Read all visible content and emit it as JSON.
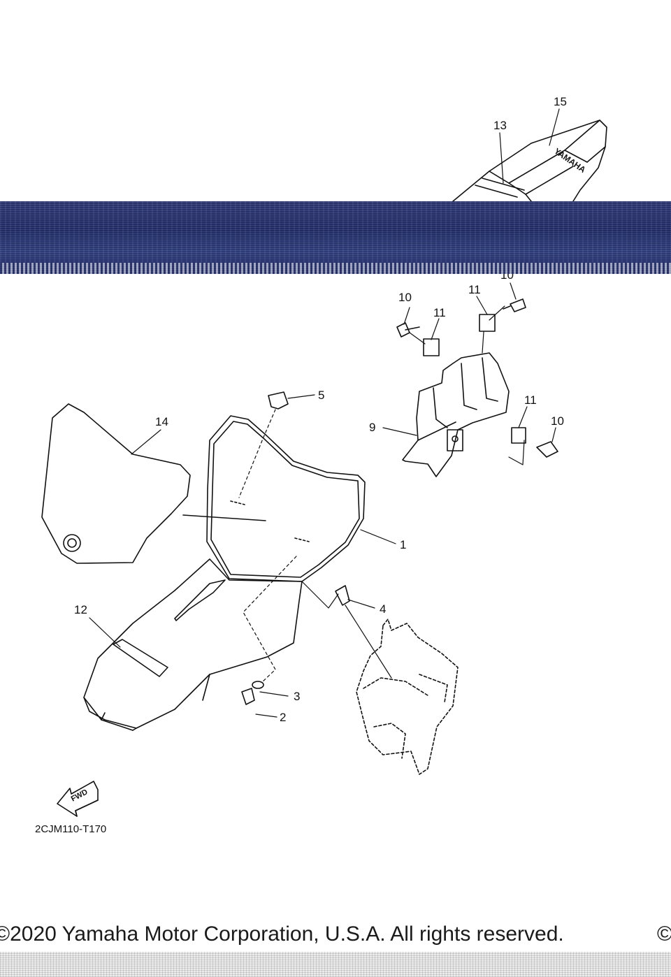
{
  "diagram": {
    "callouts": [
      {
        "id": "1",
        "label": "1"
      },
      {
        "id": "2",
        "label": "2"
      },
      {
        "id": "3",
        "label": "3"
      },
      {
        "id": "4",
        "label": "4"
      },
      {
        "id": "5",
        "label": "5"
      },
      {
        "id": "9",
        "label": "9"
      },
      {
        "id": "10a",
        "label": "10"
      },
      {
        "id": "10b",
        "label": "10"
      },
      {
        "id": "10c",
        "label": "10"
      },
      {
        "id": "11a",
        "label": "11"
      },
      {
        "id": "11b",
        "label": "11"
      },
      {
        "id": "11c",
        "label": "11"
      },
      {
        "id": "12",
        "label": "12"
      },
      {
        "id": "13",
        "label": "13"
      },
      {
        "id": "14",
        "label": "14"
      },
      {
        "id": "15",
        "label": "15"
      }
    ],
    "seat_brand": "YAMAHA",
    "fwd_label": "FWD",
    "diagram_code": "2CJM110-T170"
  },
  "footer": {
    "copyright": "©2020 Yamaha Motor Corporation, U.S.A. All rights reserved.",
    "copyright_right": "©"
  },
  "colors": {
    "banner": "#232d68",
    "line": "#111111"
  }
}
